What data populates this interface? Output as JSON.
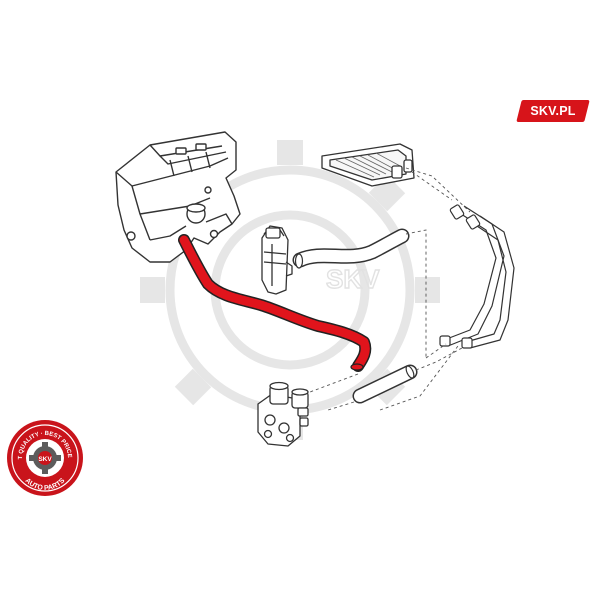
{
  "brand": {
    "label": "SKV.PL"
  },
  "watermark": {
    "text": "SKV"
  },
  "seal": {
    "top_text": "BEST QUALITY · BEST PRICE · OE",
    "center_text": "SKV",
    "bottom_text": "AUTO PARTS"
  },
  "colors": {
    "highlight_hose": "#e0141c",
    "brand_red": "#d7141a",
    "line_art": "#333333",
    "watermark": "#e8e8e8"
  }
}
